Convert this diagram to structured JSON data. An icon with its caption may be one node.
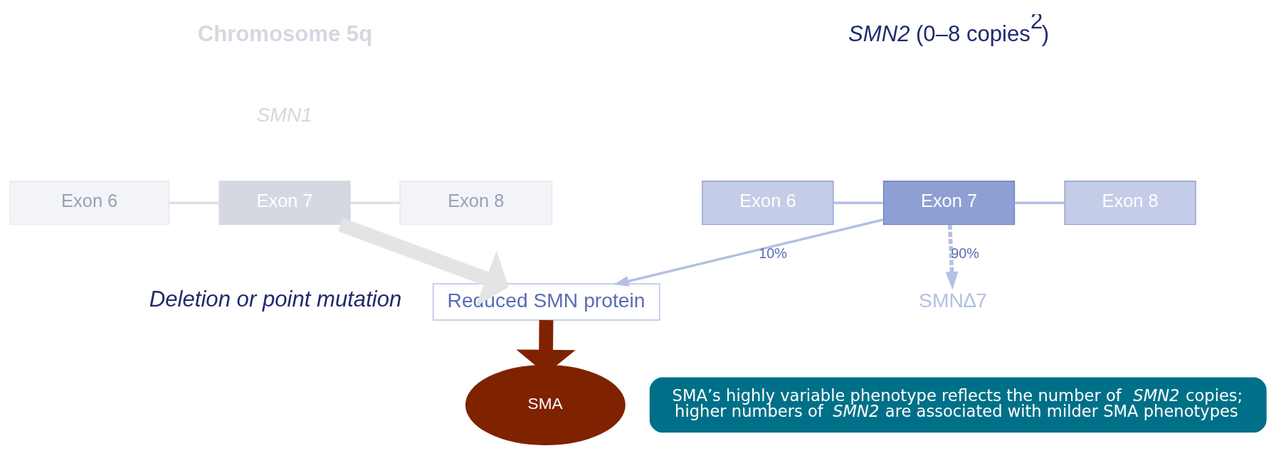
{
  "diagram": {
    "nodes": [
      {
        "text": [
          "Exon 6"
        ]
      },
      {
        "text": [
          "Exon 7"
        ]
      },
      {
        "text": [
          "Exon 8"
        ]
      },
      {
        "text": [
          "Exon 6"
        ]
      },
      {
        "text": [
          "Exon 7"
        ]
      },
      {
        "text": [
          "Exon 8"
        ]
      },
      {
        "text": [
          "Reduced SMN protein"
        ]
      },
      {
        "text": [
          "SMN∆7"
        ]
      },
      {
        "text": [
          "SMA"
        ]
      },
      {
        "text": [
          "SMA’s highly variable phenotype reflects the number of *SMN2* copies;",
          "higher numbers of *SMN2* are associated with milder SMA phenotypes"
        ]
      }
    ],
    "edges": [
      {
        "from": 0,
        "to": 1,
        "arrow": "none",
        "color": "#dde0e8"
      },
      {
        "from": 1,
        "to": 2,
        "arrow": "none",
        "color": "#dde0e8"
      },
      {
        "from": 3,
        "to": 4,
        "arrow": "none"
      },
      {
        "from": 4,
        "to": 5,
        "arrow": "none"
      },
      {
        "from": 1,
        "to": 6,
        "arrow": "to",
        "style": "thick",
        "color": "#e4e4e4"
      },
      {
        "from": 4,
        "to": 6,
        "label": "10%",
        "arrow": "to"
      },
      {
        "from": 4,
        "to": 7,
        "label": "90%",
        "arrow": "to",
        "style": "dashed"
      },
      {
        "from": 6,
        "to": 8,
        "arrow": "to",
        "style": "thick",
        "color": "#7f2200"
      }
    ],
    "labels": [
      "Chromosome 5q",
      "SMN1",
      "*SMN2* (0–8 copies$^{2}$)",
      "Deletion or point mutation"
    ]
  }
}
